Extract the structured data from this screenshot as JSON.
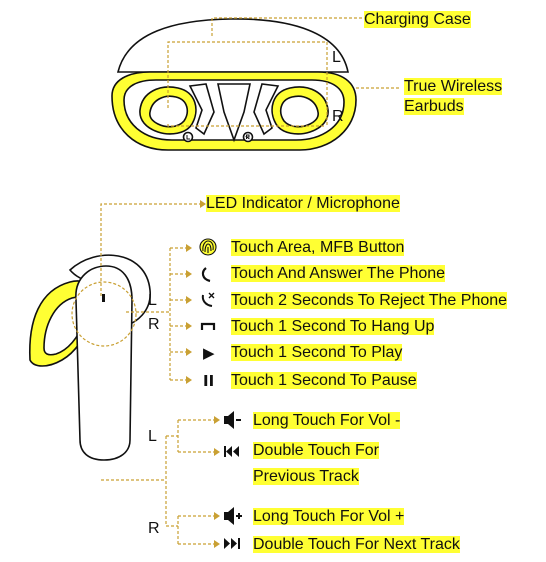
{
  "colors": {
    "highlight": "#ffff33",
    "line": "#111111",
    "leader": "#c9a033"
  },
  "case": {
    "charging_case": "Charging Case",
    "earbuds_line1": "True Wireless",
    "earbuds_line2": "Earbuds",
    "left": "L",
    "right": "R"
  },
  "earbud": {
    "led": "LED Indicator / Microphone",
    "left": "L",
    "right": "R"
  },
  "touch": [
    {
      "icon": "fingerprint-icon",
      "text": "Touch Area, MFB Button"
    },
    {
      "icon": "phone-answer-icon",
      "text": "Touch And Answer The Phone"
    },
    {
      "icon": "phone-reject-icon",
      "text": "Touch 2 Seconds To Reject The Phone"
    },
    {
      "icon": "phone-hangup-icon",
      "text": "Touch 1 Second To Hang Up"
    },
    {
      "icon": "play-icon",
      "text": "Touch 1 Second To Play",
      "glyph": "▶"
    },
    {
      "icon": "pause-icon",
      "text": "Touch 1 Second To Pause",
      "glyph": "II"
    }
  ],
  "left_group": {
    "side": "L",
    "vol_down": "Long Touch For Vol -",
    "prev_line1": "Double Touch For",
    "prev_line2": "Previous Track"
  },
  "right_group": {
    "side": "R",
    "vol_up": "Long Touch For Vol +",
    "next": "Double Touch For Next Track"
  }
}
